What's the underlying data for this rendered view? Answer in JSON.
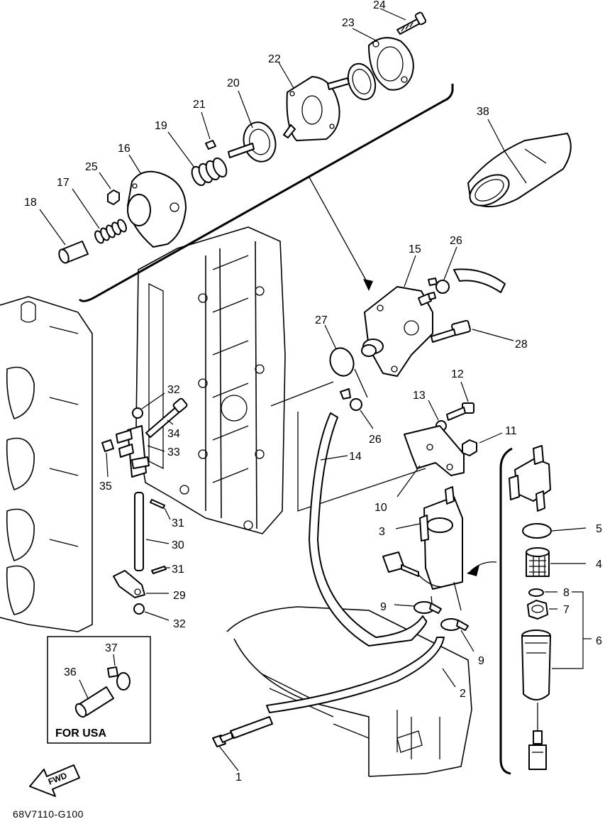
{
  "diagram_code": "68V7110-G100",
  "usa_box_label": "FOR USA",
  "fwd_label": "FWD",
  "callouts": {
    "c1": "1",
    "c2": "2",
    "c3": "3",
    "c4": "4",
    "c5": "5",
    "c6": "6",
    "c7": "7",
    "c8": "8",
    "c9a": "9",
    "c9b": "9",
    "c10": "10",
    "c11": "11",
    "c12": "12",
    "c13": "13",
    "c14": "14",
    "c15": "15",
    "c16": "16",
    "c17": "17",
    "c18": "18",
    "c19": "19",
    "c20": "20",
    "c21": "21",
    "c22": "22",
    "c23": "23",
    "c24": "24",
    "c25": "25",
    "c26a": "26",
    "c26b": "26",
    "c27": "27",
    "c28": "28",
    "c29": "29",
    "c30": "30",
    "c31a": "31",
    "c31b": "31",
    "c32a": "32",
    "c32b": "32",
    "c33": "33",
    "c34": "34",
    "c35": "35",
    "c36": "36",
    "c37": "37",
    "c38": "38"
  }
}
